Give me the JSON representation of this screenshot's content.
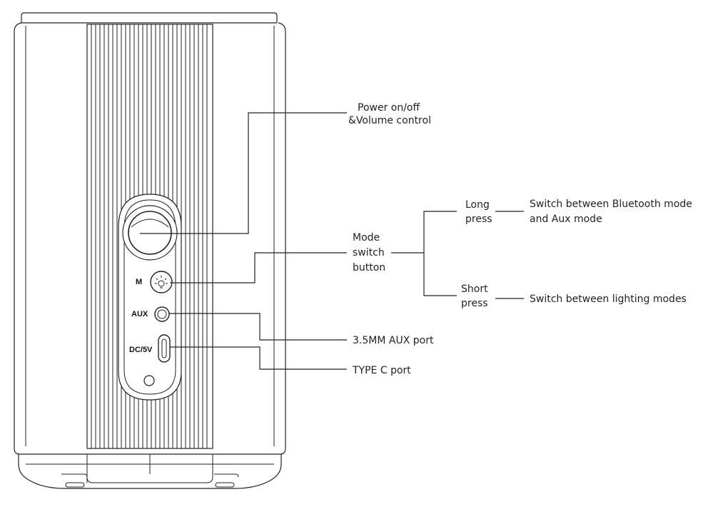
{
  "diagram": {
    "device_panel_labels": {
      "mode": "M",
      "aux": "AUX",
      "dc": "DC/5V"
    },
    "callouts": {
      "power": {
        "line1": "Power on/off",
        "line2": "&Volume control"
      },
      "mode": {
        "line1": "Mode",
        "line2": "switch",
        "line3": "button"
      },
      "long_press": {
        "line1": "Long",
        "line2": "press"
      },
      "long_press_desc": {
        "line1": "Switch between Bluetooth mode",
        "line2": "and Aux mode"
      },
      "short_press": {
        "line1": "Short",
        "line2": "press"
      },
      "short_press_desc": "Switch between lighting modes",
      "aux_port": "3.5MM AUX port",
      "type_c": "TYPE C port"
    }
  }
}
